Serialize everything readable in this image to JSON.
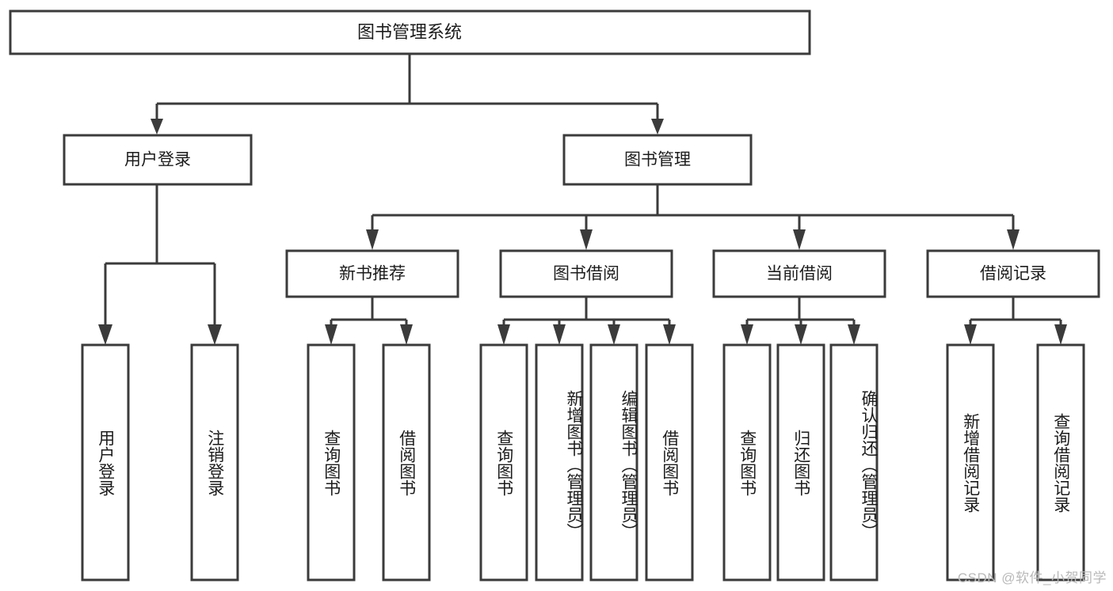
{
  "diagram": {
    "type": "tree-hierarchy",
    "title": "图书管理系统",
    "background_color": "#ffffff",
    "line_color": "#3b3b3b",
    "box_fill": "#ffffff",
    "text_color": "#1c1c1c",
    "levels": 4,
    "root": {
      "id": "root",
      "label": "图书管理系统",
      "orientation": "horizontal"
    },
    "level2": [
      {
        "id": "user-login",
        "label": "用户登录",
        "orientation": "horizontal"
      },
      {
        "id": "book-management",
        "label": "图书管理",
        "orientation": "horizontal"
      }
    ],
    "level3": [
      {
        "id": "new-book-recommend",
        "label": "新书推荐",
        "parent": "book-management",
        "orientation": "horizontal"
      },
      {
        "id": "book-borrow",
        "label": "图书借阅",
        "parent": "book-management",
        "orientation": "horizontal"
      },
      {
        "id": "current-borrow",
        "label": "当前借阅",
        "parent": "book-management",
        "orientation": "horizontal"
      },
      {
        "id": "borrow-record",
        "label": "借阅记录",
        "parent": "book-management",
        "orientation": "horizontal"
      }
    ],
    "leaves": [
      {
        "id": "leaf-user-login",
        "label": "用户登录",
        "parent": "user-login",
        "orientation": "vertical"
      },
      {
        "id": "leaf-user-logout",
        "label": "注销登录",
        "parent": "user-login",
        "orientation": "vertical"
      },
      {
        "id": "leaf-query-book-1",
        "label": "查询图书",
        "parent": "new-book-recommend",
        "orientation": "vertical"
      },
      {
        "id": "leaf-borrow-book-1",
        "label": "借阅图书",
        "parent": "new-book-recommend",
        "orientation": "vertical"
      },
      {
        "id": "leaf-query-book-2",
        "label": "查询图书",
        "parent": "book-borrow",
        "orientation": "vertical"
      },
      {
        "id": "leaf-add-book",
        "label": "新增图书（管理员）",
        "parent": "book-borrow",
        "orientation": "vertical"
      },
      {
        "id": "leaf-edit-book",
        "label": "编辑图书（管理员）",
        "parent": "book-borrow",
        "orientation": "vertical"
      },
      {
        "id": "leaf-borrow-book-2",
        "label": "借阅图书",
        "parent": "book-borrow",
        "orientation": "vertical"
      },
      {
        "id": "leaf-query-book-3",
        "label": "查询图书",
        "parent": "current-borrow",
        "orientation": "vertical"
      },
      {
        "id": "leaf-return-book",
        "label": "归还图书",
        "parent": "current-borrow",
        "orientation": "vertical"
      },
      {
        "id": "leaf-confirm-return",
        "label": "确认归还（管理员）",
        "parent": "current-borrow",
        "orientation": "vertical"
      },
      {
        "id": "leaf-add-record",
        "label": "新增借阅记录",
        "parent": "borrow-record",
        "orientation": "vertical"
      },
      {
        "id": "leaf-query-record",
        "label": "查询借阅记录",
        "parent": "borrow-record",
        "orientation": "vertical"
      }
    ]
  },
  "watermark": {
    "text": "CSDN @软件_小贺同学"
  }
}
